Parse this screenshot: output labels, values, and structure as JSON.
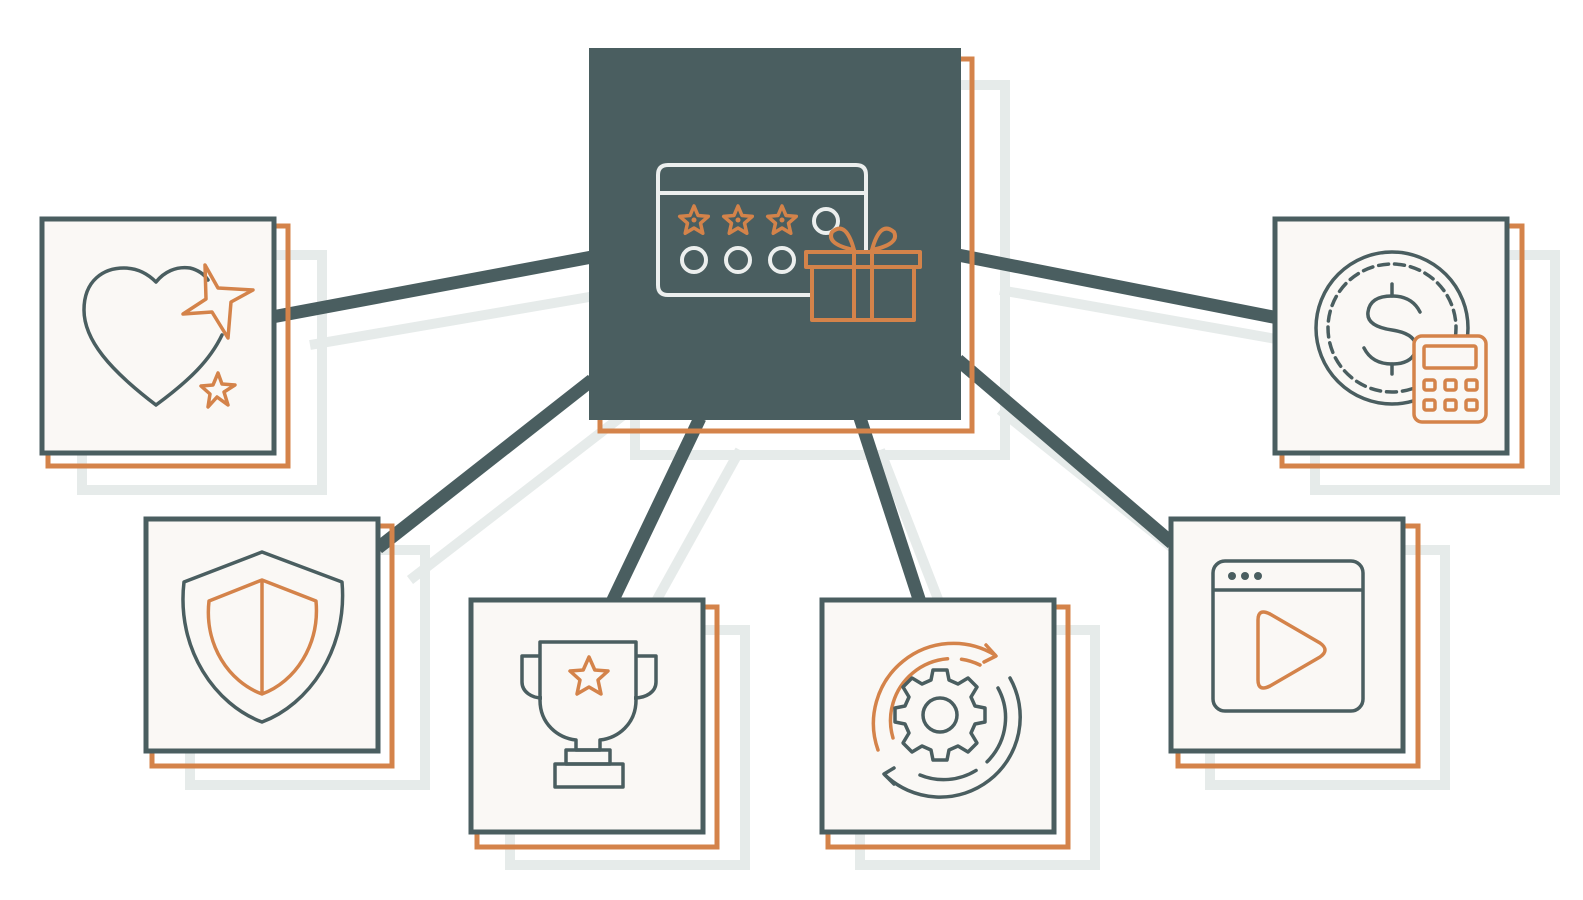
{
  "colors": {
    "background": "#ffffff",
    "dark": "#4a5e60",
    "accent": "#d4834a",
    "tile_fill": "#faf8f5",
    "shadow": "#e6ebea",
    "hub_icon_light": "#ecefee"
  },
  "diagram": {
    "hub": {
      "icon": "loyalty-card-gift-icon"
    },
    "nodes": [
      {
        "id": "favorites",
        "icon": "heart-sparkles-icon"
      },
      {
        "id": "finance",
        "icon": "coin-calculator-icon"
      },
      {
        "id": "protection",
        "icon": "shield-icon"
      },
      {
        "id": "achievement",
        "icon": "trophy-star-icon"
      },
      {
        "id": "process",
        "icon": "gear-cycle-icon"
      },
      {
        "id": "media",
        "icon": "video-player-icon"
      }
    ]
  }
}
